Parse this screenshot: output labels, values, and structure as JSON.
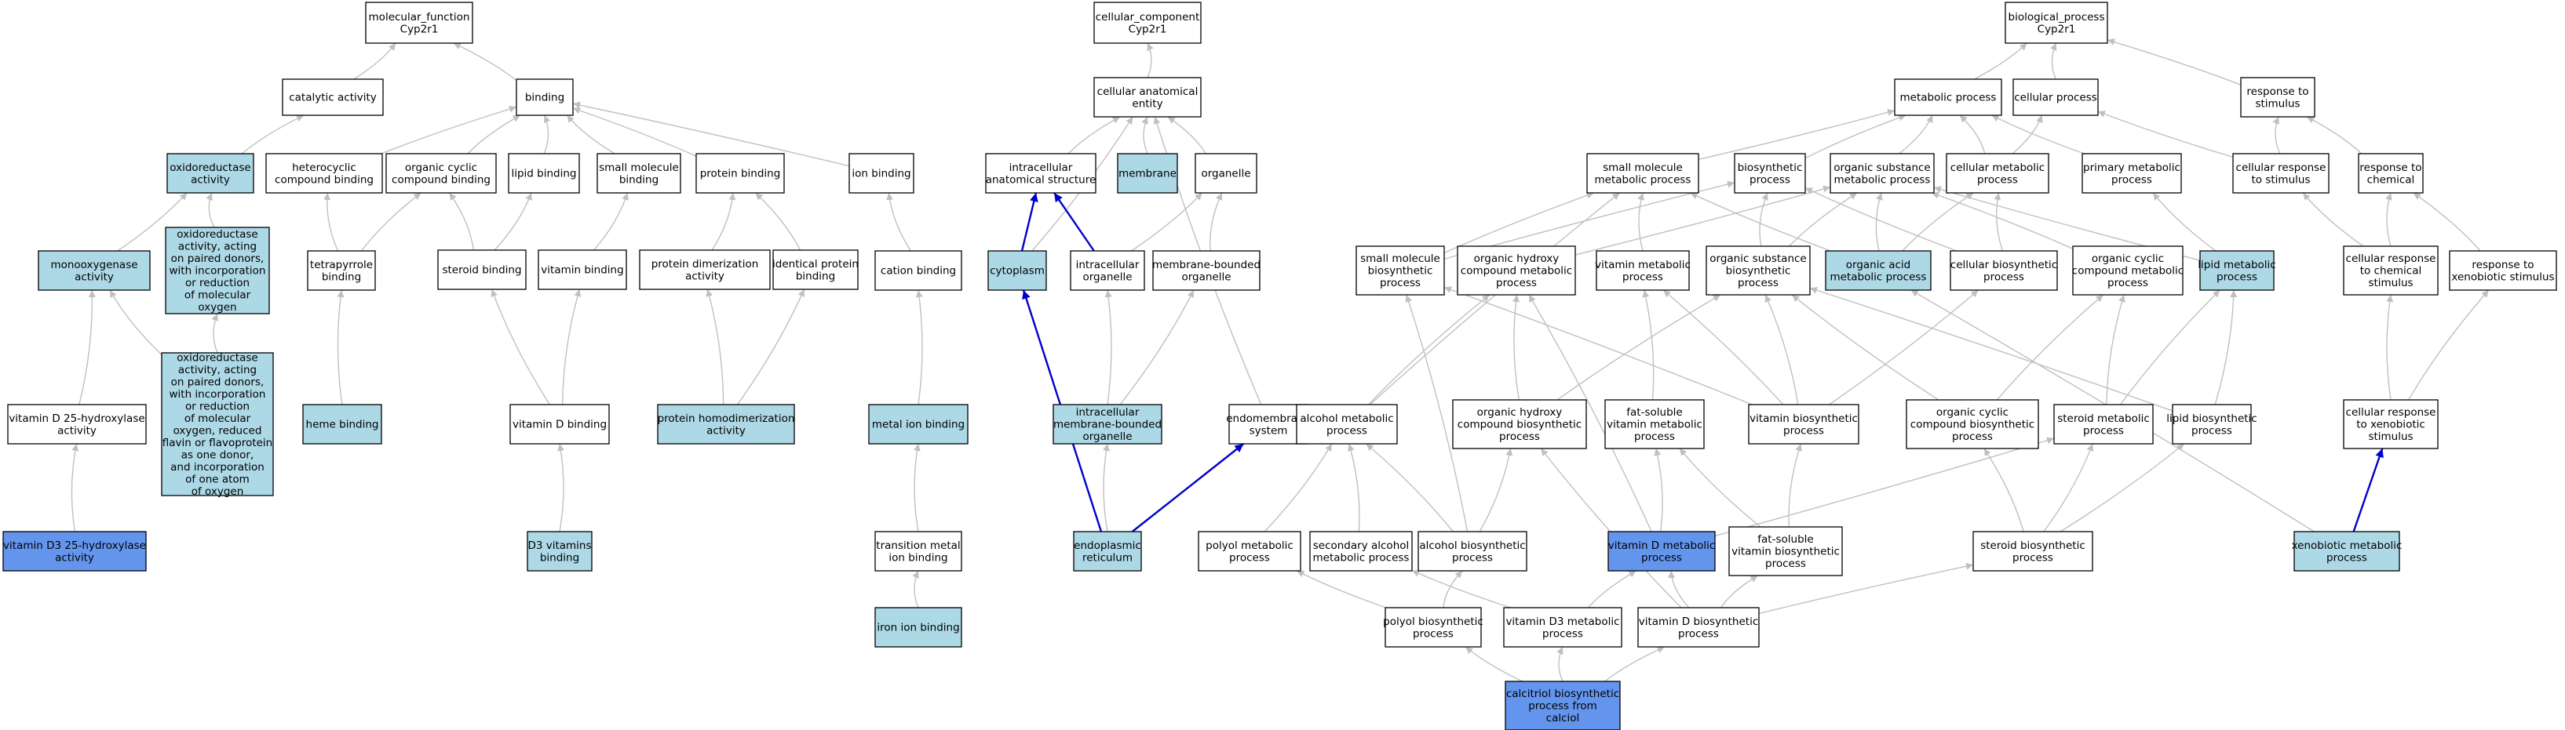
{
  "colors": {
    "white": "#ffffff",
    "light": "#add8e6",
    "blue": "#6495ed",
    "edge_gray": "#c0c0c0",
    "edge_blue": "#0000cd",
    "stroke": "#000000"
  },
  "nodes": [
    {
      "id": "mf",
      "lines": [
        "molecular_function",
        "Cyp2r1"
      ],
      "fill": "white"
    },
    {
      "id": "catalytic",
      "lines": [
        "catalytic activity"
      ],
      "fill": "white"
    },
    {
      "id": "binding",
      "lines": [
        "binding"
      ],
      "fill": "white"
    },
    {
      "id": "oxidoreductase",
      "lines": [
        "oxidoreductase",
        "activity"
      ],
      "fill": "light"
    },
    {
      "id": "heterocyclic",
      "lines": [
        "heterocyclic",
        "compound binding"
      ],
      "fill": "white"
    },
    {
      "id": "orgcyc_binding",
      "lines": [
        "organic cyclic",
        "compound binding"
      ],
      "fill": "white"
    },
    {
      "id": "lipid_binding",
      "lines": [
        "lipid binding"
      ],
      "fill": "white"
    },
    {
      "id": "smallmol_binding",
      "lines": [
        "small molecule",
        "binding"
      ],
      "fill": "white"
    },
    {
      "id": "protein_binding",
      "lines": [
        "protein binding"
      ],
      "fill": "white"
    },
    {
      "id": "ion_binding",
      "lines": [
        "ion binding"
      ],
      "fill": "white"
    },
    {
      "id": "monooxygenase",
      "lines": [
        "monooxygenase",
        "activity"
      ],
      "fill": "light"
    },
    {
      "id": "oxido_paired",
      "lines": [
        "oxidoreductase",
        "activity, acting",
        "on paired donors,",
        "with incorporation",
        "or reduction",
        "of molecular",
        "oxygen"
      ],
      "fill": "light"
    },
    {
      "id": "tetrapyrrole",
      "lines": [
        "tetrapyrrole",
        "binding"
      ],
      "fill": "white"
    },
    {
      "id": "steroid_binding",
      "lines": [
        "steroid binding"
      ],
      "fill": "white"
    },
    {
      "id": "vitamin_binding",
      "lines": [
        "vitamin binding"
      ],
      "fill": "white"
    },
    {
      "id": "protein_dimer",
      "lines": [
        "protein dimerization",
        "activity"
      ],
      "fill": "white"
    },
    {
      "id": "identical_protein",
      "lines": [
        "identical protein",
        "binding"
      ],
      "fill": "white"
    },
    {
      "id": "cation_binding",
      "lines": [
        "cation binding"
      ],
      "fill": "white"
    },
    {
      "id": "oxido_flavin",
      "lines": [
        "oxidoreductase",
        "activity, acting",
        "on paired donors,",
        "with incorporation",
        "or reduction",
        "of molecular",
        "oxygen, reduced",
        "flavin or flavoprotein",
        "as one donor,",
        "and incorporation",
        "of one atom",
        "of oxygen"
      ],
      "fill": "light"
    },
    {
      "id": "vitd_25hydrox",
      "lines": [
        "vitamin D 25-hydroxylase",
        "activity"
      ],
      "fill": "white"
    },
    {
      "id": "heme_binding",
      "lines": [
        "heme binding"
      ],
      "fill": "light"
    },
    {
      "id": "vitd_binding",
      "lines": [
        "vitamin D binding"
      ],
      "fill": "white"
    },
    {
      "id": "protein_homodimer",
      "lines": [
        "protein homodimerization",
        "activity"
      ],
      "fill": "light"
    },
    {
      "id": "metal_ion",
      "lines": [
        "metal ion binding"
      ],
      "fill": "light"
    },
    {
      "id": "vitd3_25hydrox",
      "lines": [
        "vitamin D3 25-hydroxylase",
        "activity"
      ],
      "fill": "blue"
    },
    {
      "id": "d3_vitamins",
      "lines": [
        "D3 vitamins",
        "binding"
      ],
      "fill": "light"
    },
    {
      "id": "transition_metal",
      "lines": [
        "transition metal",
        "ion binding"
      ],
      "fill": "white"
    },
    {
      "id": "iron_ion",
      "lines": [
        "iron ion binding"
      ],
      "fill": "light"
    },
    {
      "id": "cc",
      "lines": [
        "cellular_component",
        "Cyp2r1"
      ],
      "fill": "white"
    },
    {
      "id": "cell_anat",
      "lines": [
        "cellular anatomical",
        "entity"
      ],
      "fill": "white"
    },
    {
      "id": "intracell_struct",
      "lines": [
        "intracellular",
        "anatomical structure"
      ],
      "fill": "white"
    },
    {
      "id": "membrane",
      "lines": [
        "membrane"
      ],
      "fill": "light"
    },
    {
      "id": "organelle",
      "lines": [
        "organelle"
      ],
      "fill": "white"
    },
    {
      "id": "cytoplasm",
      "lines": [
        "cytoplasm"
      ],
      "fill": "light"
    },
    {
      "id": "intracell_organelle",
      "lines": [
        "intracellular",
        "organelle"
      ],
      "fill": "white"
    },
    {
      "id": "membrane_bounded",
      "lines": [
        "membrane-bounded",
        "organelle"
      ],
      "fill": "white"
    },
    {
      "id": "intracell_mbo",
      "lines": [
        "intracellular",
        "membrane-bounded",
        "organelle"
      ],
      "fill": "light"
    },
    {
      "id": "endomembrane",
      "lines": [
        "endomembrane",
        "system"
      ],
      "fill": "white"
    },
    {
      "id": "er",
      "lines": [
        "endoplasmic",
        "reticulum"
      ],
      "fill": "light"
    },
    {
      "id": "bp",
      "lines": [
        "biological_process",
        "Cyp2r1"
      ],
      "fill": "white"
    },
    {
      "id": "metabolic",
      "lines": [
        "metabolic process"
      ],
      "fill": "white"
    },
    {
      "id": "cellular_process",
      "lines": [
        "cellular process"
      ],
      "fill": "white"
    },
    {
      "id": "resp_stimulus",
      "lines": [
        "response to",
        "stimulus"
      ],
      "fill": "white"
    },
    {
      "id": "smallmol_meta",
      "lines": [
        "small molecule",
        "metabolic process"
      ],
      "fill": "white"
    },
    {
      "id": "biosynthetic",
      "lines": [
        "biosynthetic",
        "process"
      ],
      "fill": "white"
    },
    {
      "id": "orgsub_meta",
      "lines": [
        "organic substance",
        "metabolic process"
      ],
      "fill": "white"
    },
    {
      "id": "cell_meta",
      "lines": [
        "cellular metabolic",
        "process"
      ],
      "fill": "white"
    },
    {
      "id": "primary_meta",
      "lines": [
        "primary metabolic",
        "process"
      ],
      "fill": "white"
    },
    {
      "id": "cell_resp_stim",
      "lines": [
        "cellular response",
        "to stimulus"
      ],
      "fill": "white"
    },
    {
      "id": "resp_chem",
      "lines": [
        "response to",
        "chemical"
      ],
      "fill": "white"
    },
    {
      "id": "smallmol_bio",
      "lines": [
        "small molecule",
        "biosynthetic",
        "process"
      ],
      "fill": "white"
    },
    {
      "id": "orghydroxy_meta",
      "lines": [
        "organic hydroxy",
        "compound metabolic",
        "process"
      ],
      "fill": "white"
    },
    {
      "id": "vitamin_meta",
      "lines": [
        "vitamin metabolic",
        "process"
      ],
      "fill": "white"
    },
    {
      "id": "orgsub_bio",
      "lines": [
        "organic substance",
        "biosynthetic",
        "process"
      ],
      "fill": "white"
    },
    {
      "id": "orgacid_meta",
      "lines": [
        "organic acid",
        "metabolic process"
      ],
      "fill": "light"
    },
    {
      "id": "cell_bio",
      "lines": [
        "cellular biosynthetic",
        "process"
      ],
      "fill": "white"
    },
    {
      "id": "orgcyc_meta",
      "lines": [
        "organic cyclic",
        "compound metabolic",
        "process"
      ],
      "fill": "white"
    },
    {
      "id": "lipid_meta",
      "lines": [
        "lipid metabolic",
        "process"
      ],
      "fill": "light"
    },
    {
      "id": "cell_resp_chem",
      "lines": [
        "cellular response",
        "to chemical",
        "stimulus"
      ],
      "fill": "white"
    },
    {
      "id": "resp_xeno",
      "lines": [
        "response to",
        "xenobiotic stimulus"
      ],
      "fill": "white"
    },
    {
      "id": "alcohol_meta",
      "lines": [
        "alcohol metabolic",
        "process"
      ],
      "fill": "white"
    },
    {
      "id": "orghydroxy_bio",
      "lines": [
        "organic hydroxy",
        "compound biosynthetic",
        "process"
      ],
      "fill": "white"
    },
    {
      "id": "fatsol_meta",
      "lines": [
        "fat-soluble",
        "vitamin metabolic",
        "process"
      ],
      "fill": "white"
    },
    {
      "id": "vitamin_bio",
      "lines": [
        "vitamin biosynthetic",
        "process"
      ],
      "fill": "white"
    },
    {
      "id": "orgcyc_bio",
      "lines": [
        "organic cyclic",
        "compound biosynthetic",
        "process"
      ],
      "fill": "white"
    },
    {
      "id": "steroid_meta",
      "lines": [
        "steroid metabolic",
        "process"
      ],
      "fill": "white"
    },
    {
      "id": "lipid_bio",
      "lines": [
        "lipid biosynthetic",
        "process"
      ],
      "fill": "white"
    },
    {
      "id": "cell_resp_xeno",
      "lines": [
        "cellular response",
        "to xenobiotic",
        "stimulus"
      ],
      "fill": "white"
    },
    {
      "id": "polyol_meta",
      "lines": [
        "polyol metabolic",
        "process"
      ],
      "fill": "white"
    },
    {
      "id": "sec_alcohol",
      "lines": [
        "secondary alcohol",
        "metabolic process"
      ],
      "fill": "white"
    },
    {
      "id": "alcohol_bio",
      "lines": [
        "alcohol biosynthetic",
        "process"
      ],
      "fill": "white"
    },
    {
      "id": "vitd_meta",
      "lines": [
        "vitamin D metabolic",
        "process"
      ],
      "fill": "blue"
    },
    {
      "id": "fatsol_bio",
      "lines": [
        "fat-soluble",
        "vitamin biosynthetic",
        "process"
      ],
      "fill": "white"
    },
    {
      "id": "steroid_bio",
      "lines": [
        "steroid biosynthetic",
        "process"
      ],
      "fill": "white"
    },
    {
      "id": "xeno_meta",
      "lines": [
        "xenobiotic metabolic",
        "process"
      ],
      "fill": "light"
    },
    {
      "id": "polyol_bio",
      "lines": [
        "polyol biosynthetic",
        "process"
      ],
      "fill": "white"
    },
    {
      "id": "vitd3_meta",
      "lines": [
        "vitamin D3 metabolic",
        "process"
      ],
      "fill": "white"
    },
    {
      "id": "vitd_bio",
      "lines": [
        "vitamin D biosynthetic",
        "process"
      ],
      "fill": "white"
    },
    {
      "id": "calcitriol",
      "lines": [
        "calcitriol biosynthetic",
        "process from",
        "calciol"
      ],
      "fill": "blue"
    }
  ],
  "edges": [
    [
      "catalytic",
      "mf",
      "gray"
    ],
    [
      "binding",
      "mf",
      "gray"
    ],
    [
      "oxidoreductase",
      "catalytic",
      "gray"
    ],
    [
      "heterocyclic",
      "binding",
      "gray"
    ],
    [
      "orgcyc_binding",
      "binding",
      "gray"
    ],
    [
      "lipid_binding",
      "binding",
      "gray"
    ],
    [
      "smallmol_binding",
      "binding",
      "gray"
    ],
    [
      "protein_binding",
      "binding",
      "gray"
    ],
    [
      "ion_binding",
      "binding",
      "gray"
    ],
    [
      "monooxygenase",
      "oxidoreductase",
      "gray"
    ],
    [
      "oxido_paired",
      "oxidoreductase",
      "gray"
    ],
    [
      "tetrapyrrole",
      "heterocyclic",
      "gray"
    ],
    [
      "tetrapyrrole",
      "orgcyc_binding",
      "gray"
    ],
    [
      "steroid_binding",
      "orgcyc_binding",
      "gray"
    ],
    [
      "steroid_binding",
      "lipid_binding",
      "gray"
    ],
    [
      "vitamin_binding",
      "smallmol_binding",
      "gray"
    ],
    [
      "protein_dimer",
      "protein_binding",
      "gray"
    ],
    [
      "identical_protein",
      "protein_binding",
      "gray"
    ],
    [
      "cation_binding",
      "ion_binding",
      "gray"
    ],
    [
      "oxido_flavin",
      "oxido_paired",
      "gray"
    ],
    [
      "vitd_25hydrox",
      "monooxygenase",
      "gray"
    ],
    [
      "oxido_flavin",
      "monooxygenase",
      "gray"
    ],
    [
      "heme_binding",
      "tetrapyrrole",
      "gray"
    ],
    [
      "vitd_binding",
      "steroid_binding",
      "gray"
    ],
    [
      "vitd_binding",
      "vitamin_binding",
      "gray"
    ],
    [
      "protein_homodimer",
      "protein_dimer",
      "gray"
    ],
    [
      "protein_homodimer",
      "identical_protein",
      "gray"
    ],
    [
      "metal_ion",
      "cation_binding",
      "gray"
    ],
    [
      "vitd3_25hydrox",
      "vitd_25hydrox",
      "gray"
    ],
    [
      "d3_vitamins",
      "vitd_binding",
      "gray"
    ],
    [
      "transition_metal",
      "metal_ion",
      "gray"
    ],
    [
      "iron_ion",
      "transition_metal",
      "gray"
    ],
    [
      "cell_anat",
      "cc",
      "gray"
    ],
    [
      "intracell_struct",
      "cell_anat",
      "gray"
    ],
    [
      "membrane",
      "cell_anat",
      "gray"
    ],
    [
      "organelle",
      "cell_anat",
      "gray"
    ],
    [
      "cytoplasm",
      "cell_anat",
      "gray"
    ],
    [
      "cytoplasm",
      "intracell_struct",
      "blue"
    ],
    [
      "intracell_organelle",
      "intracell_struct",
      "blue"
    ],
    [
      "intracell_organelle",
      "organelle",
      "gray"
    ],
    [
      "membrane_bounded",
      "organelle",
      "gray"
    ],
    [
      "intracell_mbo",
      "intracell_organelle",
      "gray"
    ],
    [
      "intracell_mbo",
      "membrane_bounded",
      "gray"
    ],
    [
      "endomembrane",
      "cell_anat",
      "gray"
    ],
    [
      "er",
      "intracell_mbo",
      "gray"
    ],
    [
      "er",
      "cytoplasm",
      "blue"
    ],
    [
      "er",
      "endomembrane",
      "blue"
    ],
    [
      "metabolic",
      "bp",
      "gray"
    ],
    [
      "cellular_process",
      "bp",
      "gray"
    ],
    [
      "resp_stimulus",
      "bp",
      "gray"
    ],
    [
      "smallmol_meta",
      "metabolic",
      "gray"
    ],
    [
      "biosynthetic",
      "metabolic",
      "gray"
    ],
    [
      "orgsub_meta",
      "metabolic",
      "gray"
    ],
    [
      "cell_meta",
      "metabolic",
      "gray"
    ],
    [
      "cell_meta",
      "cellular_process",
      "gray"
    ],
    [
      "primary_meta",
      "metabolic",
      "gray"
    ],
    [
      "cell_resp_stim",
      "cellular_process",
      "gray"
    ],
    [
      "cell_resp_stim",
      "resp_stimulus",
      "gray"
    ],
    [
      "resp_chem",
      "resp_stimulus",
      "gray"
    ],
    [
      "smallmol_bio",
      "smallmol_meta",
      "gray"
    ],
    [
      "smallmol_bio",
      "biosynthetic",
      "gray"
    ],
    [
      "orghydroxy_meta",
      "orgsub_meta",
      "gray"
    ],
    [
      "vitamin_meta",
      "smallmol_meta",
      "gray"
    ],
    [
      "orgsub_bio",
      "biosynthetic",
      "gray"
    ],
    [
      "orgsub_bio",
      "orgsub_meta",
      "gray"
    ],
    [
      "orgacid_meta",
      "smallmol_meta",
      "gray"
    ],
    [
      "orgacid_meta",
      "orgsub_meta",
      "gray"
    ],
    [
      "orgacid_meta",
      "cell_meta",
      "gray"
    ],
    [
      "cell_bio",
      "biosynthetic",
      "gray"
    ],
    [
      "cell_bio",
      "cell_meta",
      "gray"
    ],
    [
      "orgcyc_meta",
      "orgsub_meta",
      "gray"
    ],
    [
      "lipid_meta",
      "orgsub_meta",
      "gray"
    ],
    [
      "lipid_meta",
      "primary_meta",
      "gray"
    ],
    [
      "cell_resp_chem",
      "cell_resp_stim",
      "gray"
    ],
    [
      "cell_resp_chem",
      "resp_chem",
      "gray"
    ],
    [
      "resp_xeno",
      "resp_chem",
      "gray"
    ],
    [
      "alcohol_meta",
      "smallmol_meta",
      "gray"
    ],
    [
      "alcohol_meta",
      "orghydroxy_meta",
      "gray"
    ],
    [
      "orghydroxy_bio",
      "orghydroxy_meta",
      "gray"
    ],
    [
      "orghydroxy_bio",
      "orgsub_bio",
      "gray"
    ],
    [
      "fatsol_meta",
      "vitamin_meta",
      "gray"
    ],
    [
      "vitamin_bio",
      "vitamin_meta",
      "gray"
    ],
    [
      "vitamin_bio",
      "smallmol_bio",
      "gray"
    ],
    [
      "vitamin_bio",
      "orgsub_bio",
      "gray"
    ],
    [
      "vitamin_bio",
      "cell_bio",
      "gray"
    ],
    [
      "orgcyc_bio",
      "orgcyc_meta",
      "gray"
    ],
    [
      "orgcyc_bio",
      "orgsub_bio",
      "gray"
    ],
    [
      "steroid_meta",
      "lipid_meta",
      "gray"
    ],
    [
      "steroid_meta",
      "orgcyc_meta",
      "gray"
    ],
    [
      "lipid_bio",
      "lipid_meta",
      "gray"
    ],
    [
      "lipid_bio",
      "orgsub_bio",
      "gray"
    ],
    [
      "cell_resp_xeno",
      "cell_resp_chem",
      "gray"
    ],
    [
      "cell_resp_xeno",
      "resp_xeno",
      "gray"
    ],
    [
      "polyol_meta",
      "alcohol_meta",
      "gray"
    ],
    [
      "sec_alcohol",
      "alcohol_meta",
      "gray"
    ],
    [
      "alcohol_bio",
      "alcohol_meta",
      "gray"
    ],
    [
      "alcohol_bio",
      "orghydroxy_bio",
      "gray"
    ],
    [
      "alcohol_bio",
      "smallmol_bio",
      "gray"
    ],
    [
      "vitd_meta",
      "fatsol_meta",
      "gray"
    ],
    [
      "vitd_meta",
      "steroid_meta",
      "gray"
    ],
    [
      "vitd_meta",
      "orghydroxy_meta",
      "gray"
    ],
    [
      "fatsol_bio",
      "fatsol_meta",
      "gray"
    ],
    [
      "fatsol_bio",
      "vitamin_bio",
      "gray"
    ],
    [
      "steroid_bio",
      "steroid_meta",
      "gray"
    ],
    [
      "steroid_bio",
      "lipid_bio",
      "gray"
    ],
    [
      "steroid_bio",
      "orgcyc_bio",
      "gray"
    ],
    [
      "xeno_meta",
      "cell_resp_xeno",
      "blue"
    ],
    [
      "xeno_meta",
      "orgacid_meta",
      "gray"
    ],
    [
      "polyol_bio",
      "polyol_meta",
      "gray"
    ],
    [
      "polyol_bio",
      "alcohol_bio",
      "gray"
    ],
    [
      "vitd3_meta",
      "sec_alcohol",
      "gray"
    ],
    [
      "vitd3_meta",
      "vitd_meta",
      "gray"
    ],
    [
      "vitd_bio",
      "vitd_meta",
      "gray"
    ],
    [
      "vitd_bio",
      "fatsol_bio",
      "gray"
    ],
    [
      "vitd_bio",
      "steroid_bio",
      "gray"
    ],
    [
      "vitd_bio",
      "orghydroxy_bio",
      "gray"
    ],
    [
      "calcitriol",
      "polyol_bio",
      "gray"
    ],
    [
      "calcitriol",
      "vitd3_meta",
      "gray"
    ],
    [
      "calcitriol",
      "vitd_bio",
      "gray"
    ]
  ]
}
